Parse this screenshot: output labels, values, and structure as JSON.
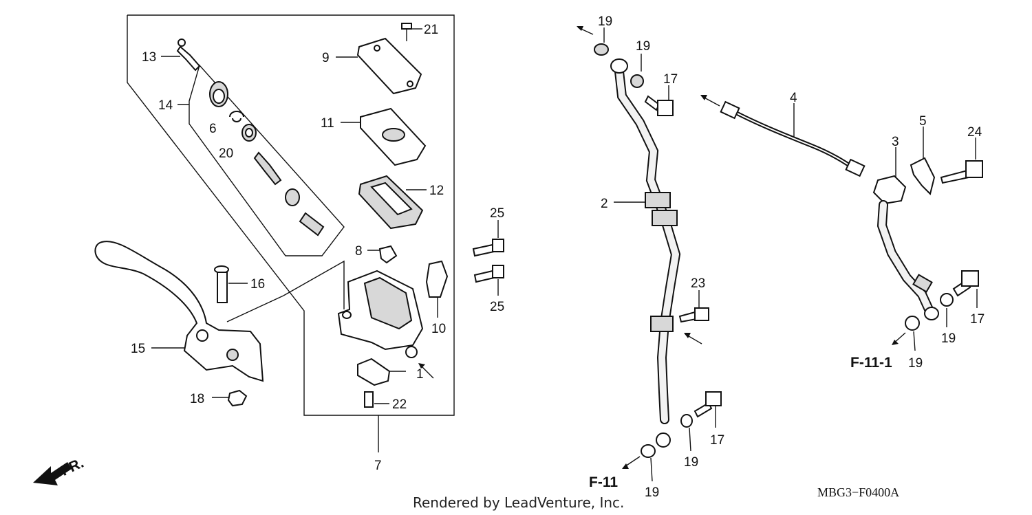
{
  "diagram": {
    "credit": "Rendered by LeadVenture, Inc.",
    "diagram_code": "MBG3−F0400A",
    "direction_label": "FR.",
    "references": {
      "f11": "F-11",
      "f111": "F-11-1"
    },
    "callouts": {
      "c1": "1",
      "c2": "2",
      "c3": "3",
      "c4": "4",
      "c5": "5",
      "c6": "6",
      "c7": "7",
      "c8": "8",
      "c9": "9",
      "c10": "10",
      "c11": "11",
      "c12": "12",
      "c13": "13",
      "c14": "14",
      "c15": "15",
      "c16": "16",
      "c17a": "17",
      "c17b": "17",
      "c17c": "17",
      "c18": "18",
      "c19a": "19",
      "c19b": "19",
      "c19c": "19",
      "c19d": "19",
      "c19e": "19",
      "c19f": "19",
      "c20": "20",
      "c21": "21",
      "c22": "22",
      "c23": "23",
      "c24": "24",
      "c25a": "25",
      "c25b": "25"
    }
  }
}
